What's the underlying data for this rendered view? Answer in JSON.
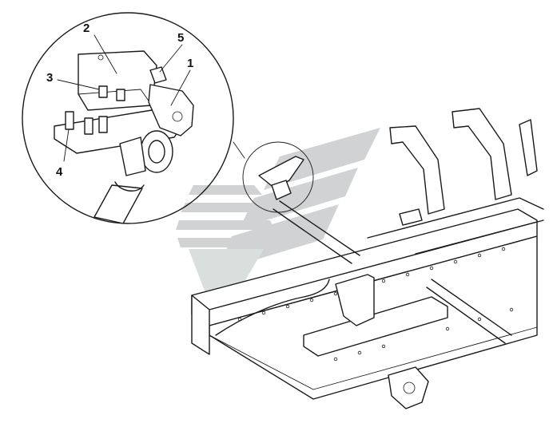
{
  "callouts": [
    {
      "label": "1"
    },
    {
      "label": "2"
    },
    {
      "label": "3"
    },
    {
      "label": "4"
    },
    {
      "label": "5"
    }
  ],
  "watermark": {
    "colors": [
      "#c9cbcc",
      "#d3dad6"
    ]
  },
  "icons": [
    "company-logo-watermark"
  ]
}
